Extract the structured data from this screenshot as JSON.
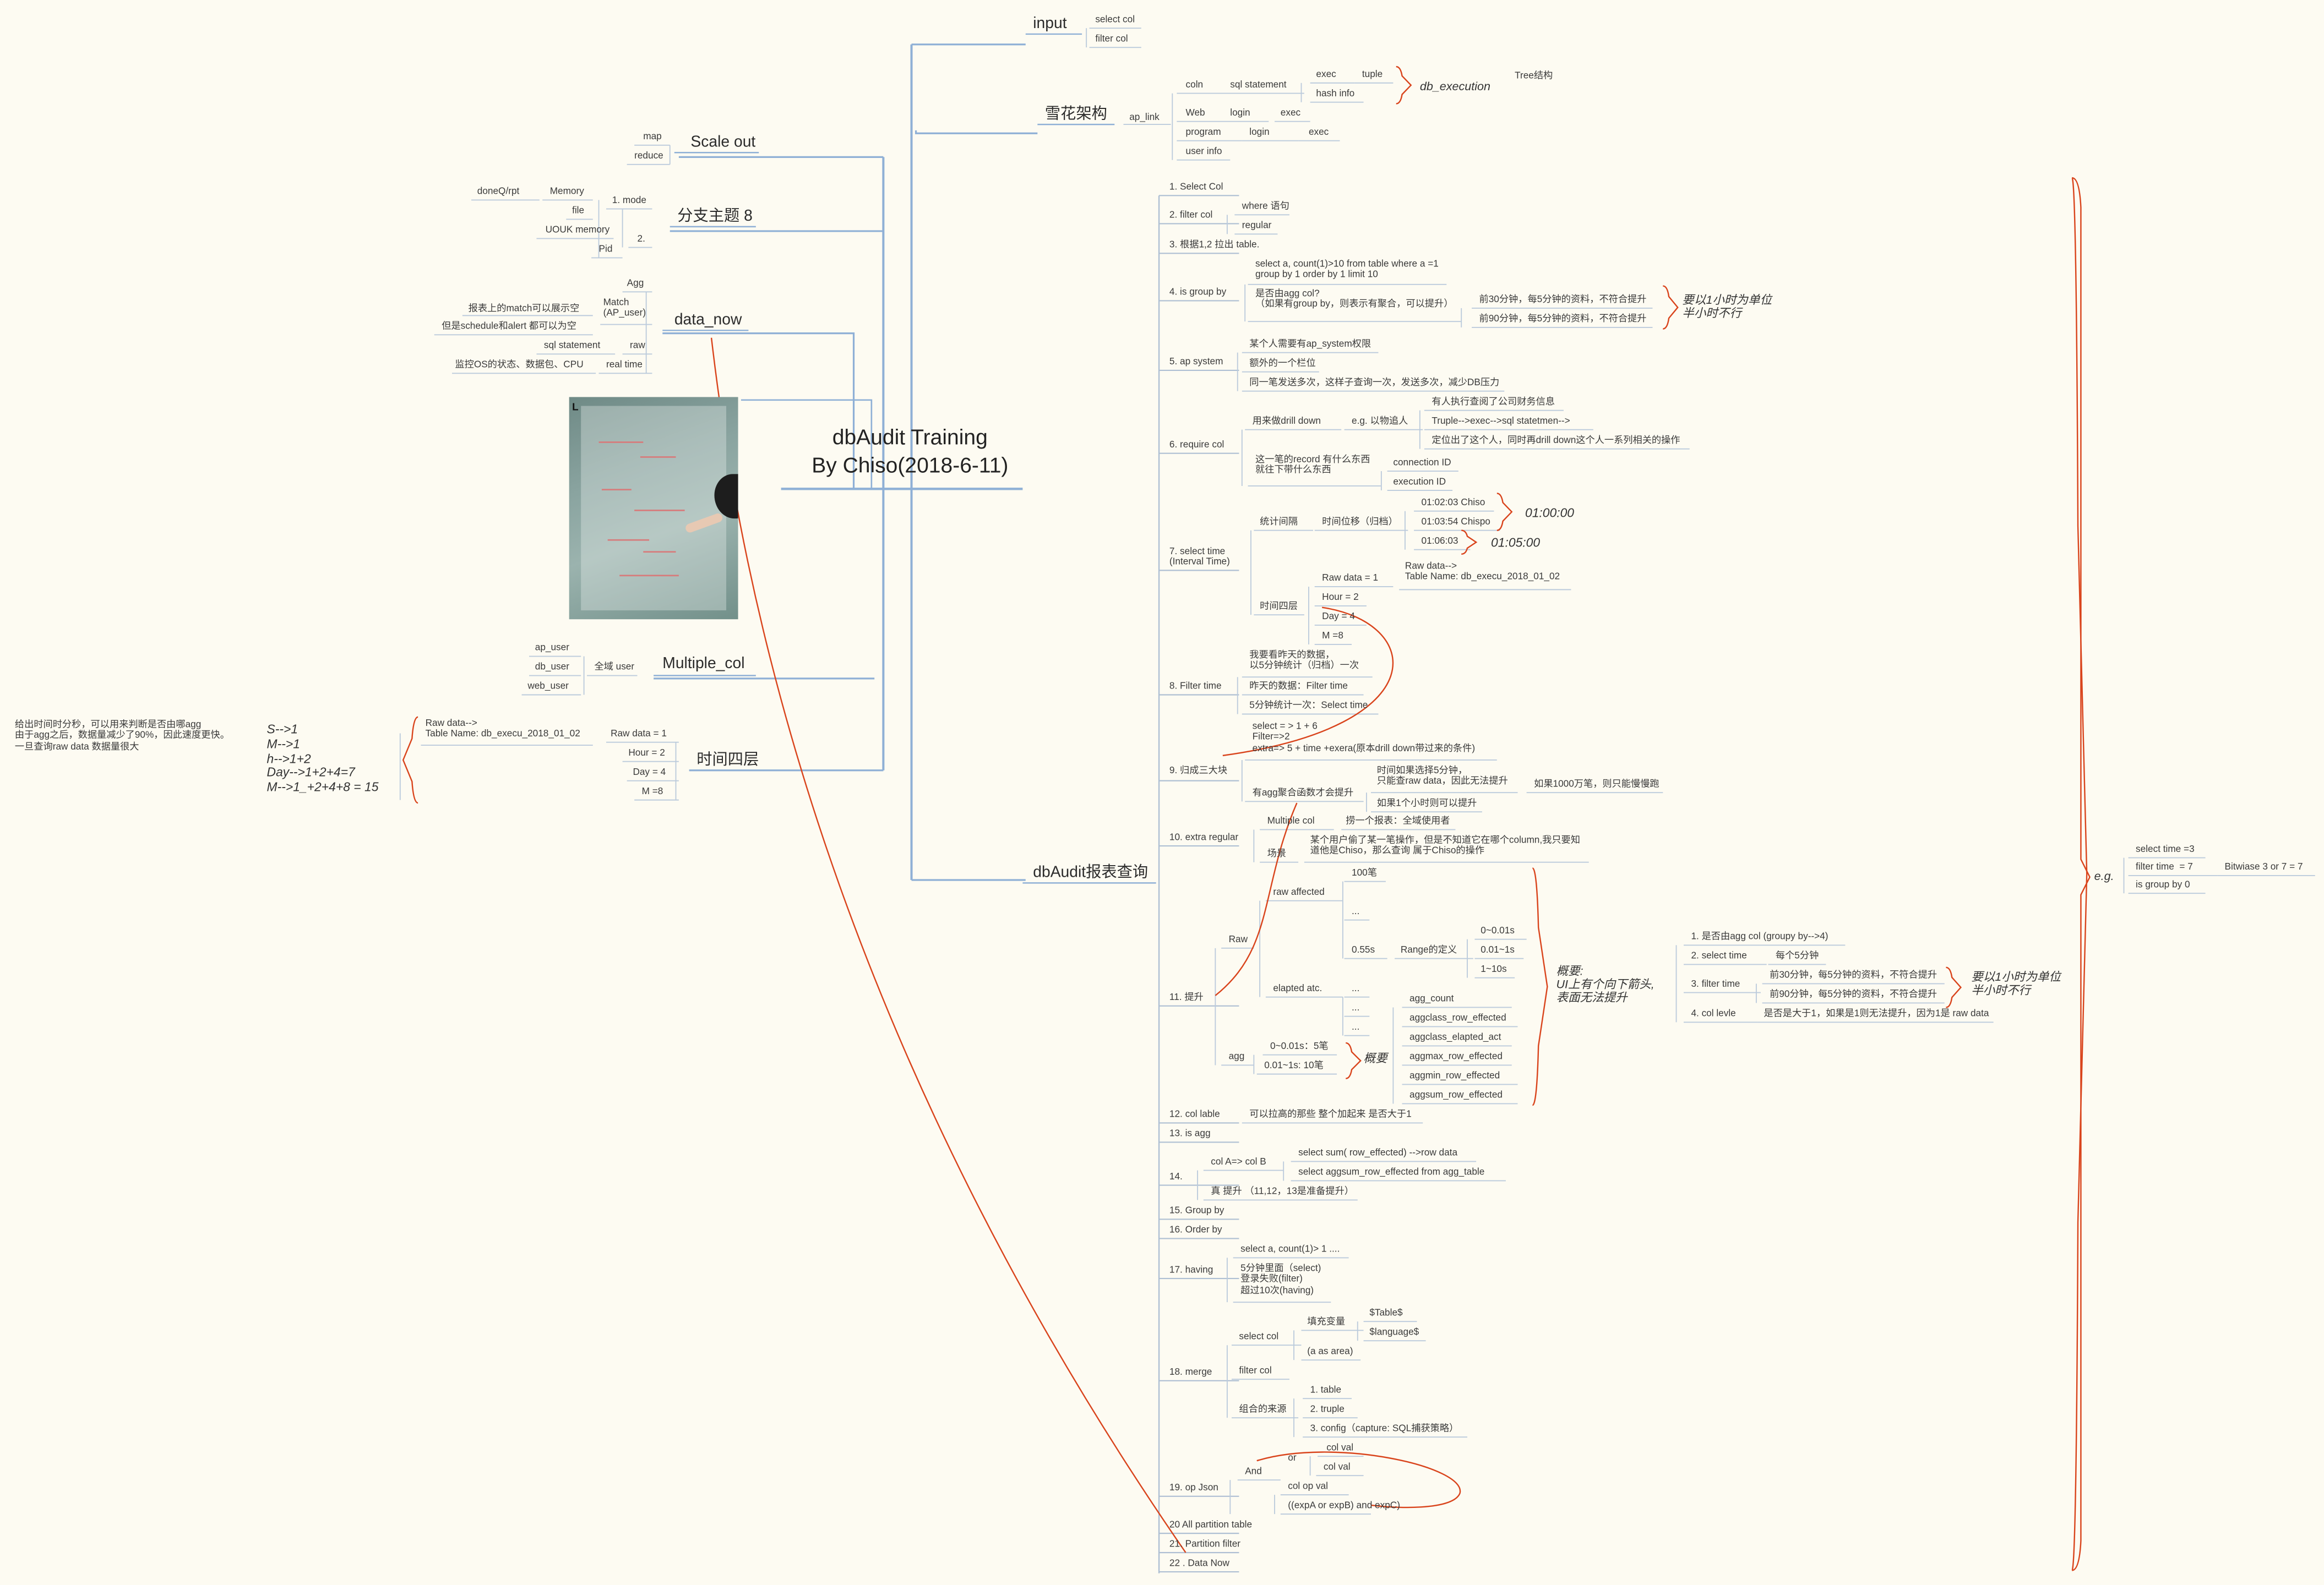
{
  "colors": {
    "background": "#fdfbf2",
    "branch_line": "#8fb0d6",
    "node_underline": "#9fbad6",
    "relationship": "#d9441c"
  },
  "root": {
    "line1": "dbAudit Training",
    "line2": "By Chiso(2018-6-11)"
  },
  "photo": {
    "corner_label": "L",
    "icon": "whiteboard-photo"
  },
  "nodes": {
    "input": "input",
    "input_a": "select col",
    "input_b": "filter col",
    "xh": "雪花架构",
    "ap_link": "ap_link",
    "coln": "coln",
    "sql_stmt": "sql statement",
    "exec": "exec",
    "tuple": "tuple",
    "hash": "hash info",
    "db_exec": "db_execution",
    "tree": "Tree结构",
    "web": "Web",
    "login": "login",
    "web_exec": "exec",
    "program": "program",
    "p_login": "login",
    "p_exec": "exec",
    "user_info": "user info",
    "scale": "Scale out",
    "map": "map",
    "reduce": "reduce",
    "fz": "分支主题 8",
    "mode": "1. mode",
    "two": "2.",
    "doneq": "doneQ/rpt",
    "memory": "Memory",
    "file": "file",
    "uouk": "UOUK memory",
    "pid": "Pid",
    "data_now": "data_now",
    "agg": "Agg",
    "match": "Match\n(AP_user)",
    "rep1": "报表上的match可以展示空",
    "rep2": "但是schedule和alert 都可以为空",
    "sqls": "sql statement",
    "raw": "raw",
    "realtime": "real time",
    "mon": "监控OS的状态、数据包、CPU",
    "mcol": "Multiple_col",
    "qy": "全域 user",
    "apu": "ap_user",
    "dbu": "db_user",
    "webu": "web_user",
    "sj4": "时间四层",
    "l_rawdata": "Raw data-->\nTable Name: db_execu_2018_01_02",
    "l_raw1": "Raw data = 1",
    "l_hour": "Hour = 2",
    "l_day": "Day = 4",
    "l_m": "M =8",
    "note_left": "给出时间时分秒，可以用来判断是否由哪agg\n由于agg之后，数据量减少了90%，因此速度更快。\n一旦查询raw data 数据量很大",
    "calc": "S-->1\nM-->1\nh-->1+2\nDay-->1+2+4=7\nM-->1_+2+4+8 = 15",
    "db_rep": "dbAudit报表查询",
    "s1": "1. Select Col",
    "s2": "2. filter col",
    "s2a": "where 语句",
    "s2b": "regular",
    "s3": "3. 根据1,2 拉出 table.",
    "s4": "4. is group by",
    "s4a": "select a, count(1)>10 from table where a =1\ngroup by 1 order by 1 limit 10",
    "s4b": "是否由agg col?\n（如果有group by，则表示有聚合，可以提升）",
    "s4c": "前30分钟，每5分钟的资料，不符合提升",
    "s4d": "前90分钟，每5分钟的资料，不符合提升",
    "s4note": "要以1小时为单位\n半小时不行",
    "s5": "5. ap system",
    "s5a": "某个人需要有ap_system权限",
    "s5b": "额外的一个栏位",
    "s5c": "同一笔发送多次，这样子查询一次，发送多次，减少DB压力",
    "s6": "6. require col",
    "s6a": "用来做drill down",
    "s6b": "e.g. 以物追人",
    "s6c": "有人执行查阅了公司财务信息",
    "s6d": "Truple-->exec-->sql statetmen-->",
    "s6e": "定位出了这个人，同时再drill down这个人一系列相关的操作",
    "s6f": "这一笔的record 有什么东西\n就往下带什么东西",
    "s6g": "connection ID",
    "s6h": "execution ID",
    "s7": "7. select time\n(Interval Time)",
    "s7a": "统计间隔",
    "s7b": "时间位移（归档）",
    "s7c": "01:02:03 Chiso",
    "s7d": "01:03:54 Chispo",
    "s7e": "01:06:03",
    "t1": "01:00:00",
    "t2": "01:05:00",
    "s7f": "时间四层",
    "s7g": "Raw data = 1",
    "s7h": "Raw data-->\nTable Name: db_execu_2018_01_02",
    "s7i": "Hour = 2",
    "s7j": "Day = 4",
    "s7k": "M =8",
    "s8": "8. Filter time",
    "s8a": "我要看昨天的数据，\n以5分钟统计（归档）一次",
    "s8b": "昨天的数据：Filter time",
    "s8c": "5分钟统计一次：Select time",
    "s9": "9. 归成三大块",
    "s9a": "select = > 1 + 6\nFilter=>2\nextra=> 5 + time +exera(原本drill down带过来的条件)",
    "s9b": "有agg聚合函数才会提升",
    "s9c": "时间如果选择5分钟，\n只能查raw data，因此无法提升",
    "s9d": "如果1000万笔，则只能慢慢跑",
    "s9e": "如果1个小时则可以提升",
    "s10": "10. extra regular",
    "s10a": "Multiple col",
    "s10b": "捞一个报表：全域使用者",
    "s10c": "场景",
    "s10d": "某个用户偷了某一笔操作，但是不知道它在哪个column,我只要知\n道他是Chiso，那么查询 属于Chiso的操作",
    "s11": "11. 提升",
    "s11raw": "Raw",
    "s11ra": "raw affected",
    "s11_100": "100笔",
    "s11dots1": "...",
    "s11_055": "0.55s",
    "s11range": "Range的定义",
    "s11r1": "0~0.01s",
    "s11r2": "0.01~1s",
    "s11r3": "1~10s",
    "s11ea": "elapted atc.",
    "s11d2": "...",
    "s11d3": "...",
    "s11d4": "...",
    "s11agg": "agg",
    "s11g1": "0~0.01s：5笔",
    "s11g2": "0.01~1s: 10笔",
    "gy1": "概要",
    "s11c1": "agg_count",
    "s11c2": "aggclass_row_effected",
    "s11c3": "aggclass_elapted_act",
    "s11c4": "aggmax_row_effected",
    "s11c5": "aggmin_row_effected",
    "s11c6": "aggsum_row_effected",
    "gy2": "概要:\nUI上有个向下箭头,\n表面无法提升",
    "s12": "12. col lable",
    "s12a": "可以拉高的那些 整个加起来 是否大于1",
    "s13": "13. is agg",
    "s14": "14.",
    "s14a": "col A=> col B",
    "s14b": "select sum( row_effected) -->row data",
    "s14c": "select aggsum_row_effected from agg_table",
    "s14d": "真 提升 （11,12，13是准备提升）",
    "s15": "15. Group by",
    "s16": "16. Order by",
    "s17": "17. having",
    "s17a": "select a, count(1)> 1 ....",
    "s17b": "5分钟里面（select)\n登录失败(filter)\n超过10次(having)",
    "s18": "18. merge",
    "s18a": "select col",
    "s18b": "填充变量",
    "s18c": "$Table$",
    "s18d": "$language$",
    "s18e": "(a as area)",
    "s18f": "filter col",
    "s18g": "组合的来源",
    "s18h": "1. table",
    "s18i": "2. truple",
    "s18j": "3. config（capture: SQL捕获策略）",
    "s19": "19. op Json",
    "s19a": "And",
    "s19or": "or",
    "s19b": "col val",
    "s19c": "col val",
    "s19d": "col op val",
    "s19e": "((expA or expB) and expC)",
    "s20": "20 All partition table",
    "s21": "21. Partition filter",
    "s22": "22 . Data Now",
    "r1": "1. 是否由agg col (groupy by-->4)",
    "r2": "2. select time",
    "r2a": "每个5分钟",
    "r3": "3. filter time",
    "r3a": "前30分钟，每5分钟的资料，不符合提升",
    "r3b": "前90分钟，每5分钟的资料，不符合提升",
    "r3note": "要以1小时为单位\n半小时不行",
    "r4": "4. col levle",
    "r4a": "是否是大于1，如果是1则无法提升，因为1是 raw data",
    "eg": "e.g.",
    "eg1": "select time =3",
    "eg2": "filter time  = 7",
    "eg3": "is group by 0",
    "bit": "Bitwiase 3 or 7 = 7"
  }
}
